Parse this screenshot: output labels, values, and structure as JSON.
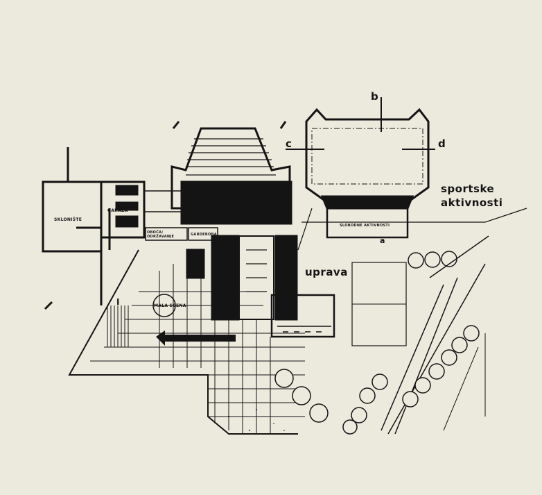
{
  "plan": {
    "labels": {
      "skloniste": "SKLONIŠTE",
      "garaza": "GARAŽA",
      "odrzavanje": "OBOĆA/ ODRŽAVANJE",
      "garderoba": "GARDEROBA",
      "mala_scena": "MALA SCENA",
      "slobodne_aktivnosti": "SLOBODNE AKTIVNOSTI",
      "uprava": "uprava",
      "sportske": "sportske",
      "aktivnosti": "aktivnosti"
    },
    "section_marks": {
      "b": "b",
      "c": "c",
      "d": "d",
      "a": "a",
      "i": "I"
    },
    "colors": {
      "paper": "#ece9dd",
      "ink": "#141414"
    }
  }
}
